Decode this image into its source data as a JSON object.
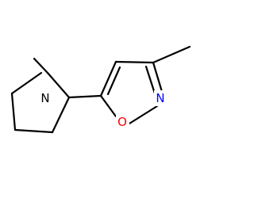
{
  "molecule": {
    "atoms": {
      "N_pyrrolidine": {
        "label": "N",
        "color": "#000000"
      },
      "O_isoxazole": {
        "label": "O",
        "color": "#ff0000"
      },
      "N_isoxazole": {
        "label": "N",
        "color": "#0000ff"
      }
    }
  }
}
